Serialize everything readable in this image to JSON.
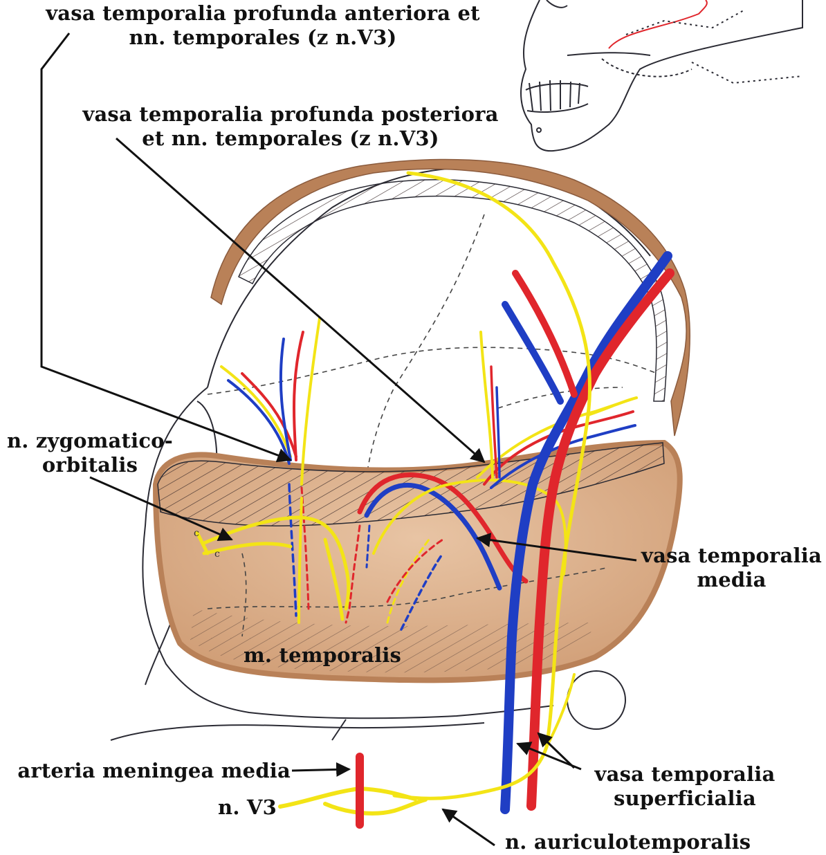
{
  "labels": {
    "ant_line1": "vasa temporalia profunda anteriora et",
    "ant_line2": "nn. temporales (z n.V3)",
    "post_line1": "vasa temporalia profunda posteriora",
    "post_line2": "et nn. temporales (z n.V3)",
    "zyg_line1": "n. zygomatico-",
    "zyg_line2": "orbitalis",
    "media_line1": "vasa temporalia",
    "media_line2": "media",
    "temporalis": "m. temporalis",
    "meningea": "arteria meningea media",
    "v3": "n. V3",
    "superf_line1": "vasa temporalia",
    "superf_line2": "superficialia",
    "auriculo": "n. auriculotemporalis"
  },
  "colors": {
    "artery": "#e0262c",
    "vein": "#1f3ec4",
    "nerve": "#f3e416",
    "muscle": "#d8a883",
    "muscle_rim": "#b98158",
    "outline": "#2a2a33",
    "skull_line": "#e0262c"
  }
}
